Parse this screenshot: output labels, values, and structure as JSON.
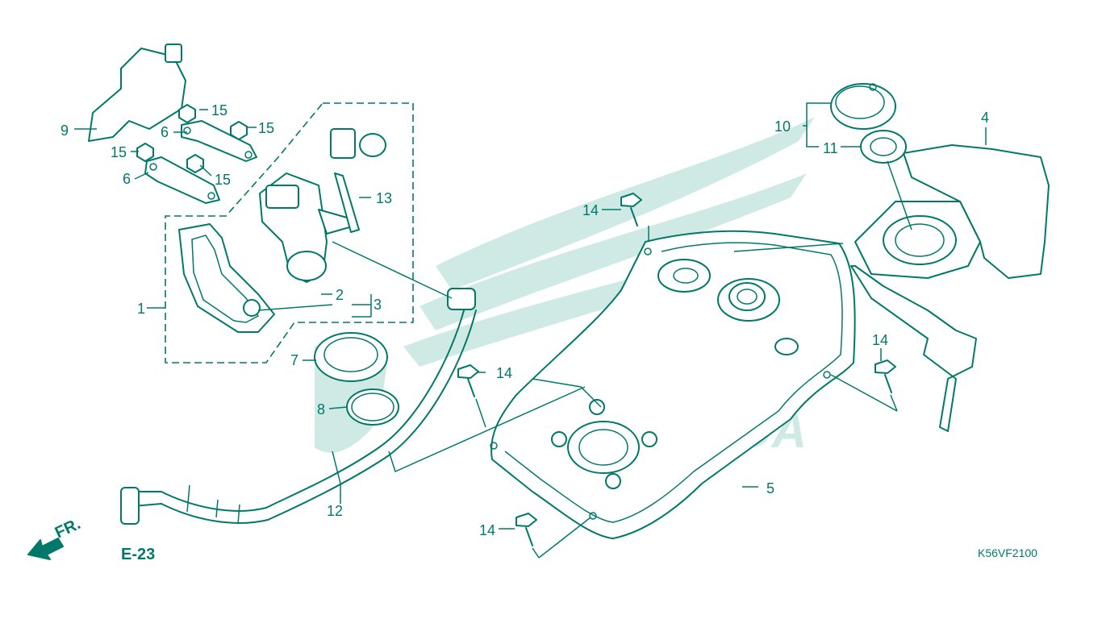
{
  "diagram": {
    "callouts": [
      {
        "id": "c1",
        "label": "1"
      },
      {
        "id": "c2",
        "label": "2"
      },
      {
        "id": "c3",
        "label": "3"
      },
      {
        "id": "c4",
        "label": "4"
      },
      {
        "id": "c5",
        "label": "5"
      },
      {
        "id": "c6a",
        "label": "6"
      },
      {
        "id": "c6b",
        "label": "6"
      },
      {
        "id": "c7",
        "label": "7"
      },
      {
        "id": "c8",
        "label": "8"
      },
      {
        "id": "c9",
        "label": "9"
      },
      {
        "id": "c10",
        "label": "10"
      },
      {
        "id": "c11",
        "label": "11"
      },
      {
        "id": "c12",
        "label": "12"
      },
      {
        "id": "c13",
        "label": "13"
      },
      {
        "id": "c14a",
        "label": "14"
      },
      {
        "id": "c14b",
        "label": "14"
      },
      {
        "id": "c14c",
        "label": "14"
      },
      {
        "id": "c14d",
        "label": "14"
      },
      {
        "id": "c15a",
        "label": "15"
      },
      {
        "id": "c15b",
        "label": "15"
      },
      {
        "id": "c15c",
        "label": "15"
      },
      {
        "id": "c15d",
        "label": "15"
      }
    ],
    "reference": "E-23",
    "direction_label": "FR.",
    "drawing_code": "K56VF2100",
    "watermark_text": "HONDA",
    "line_color": "#00796b",
    "watermark_color": "#cfeae4"
  }
}
